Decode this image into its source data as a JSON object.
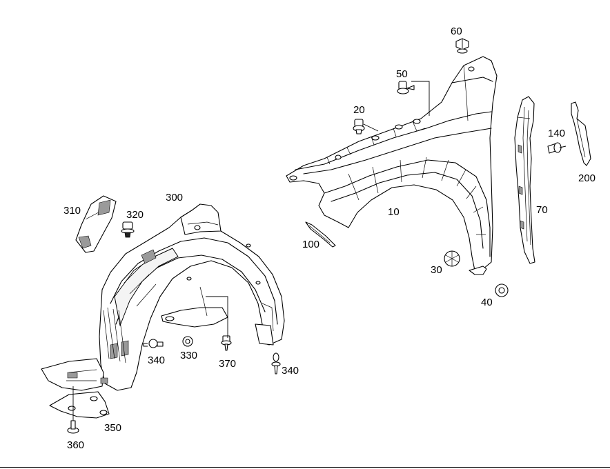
{
  "diagram": {
    "callouts": {
      "p10": "10",
      "p20": "20",
      "p30": "30",
      "p40": "40",
      "p50": "50",
      "p60": "60",
      "p70": "70",
      "p100": "100",
      "p140": "140",
      "p200": "200",
      "p300": "300",
      "p310": "310",
      "p320": "320",
      "p330": "330",
      "p340a": "340",
      "p340b": "340",
      "p350": "350",
      "p360": "360",
      "p370": "370"
    }
  }
}
